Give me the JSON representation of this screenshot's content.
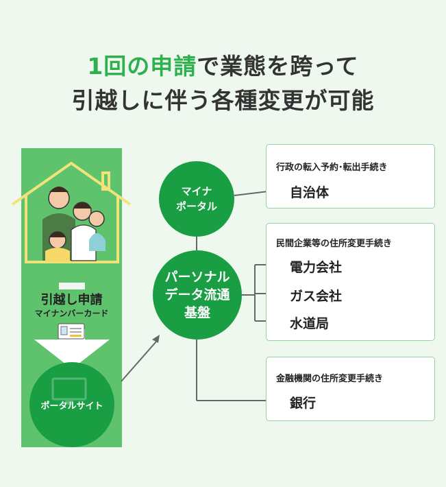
{
  "title": {
    "line1_highlight": "1回の申請",
    "line1_rest": "で業態を跨って",
    "line2": "引越しに伴う各種変更が可能"
  },
  "left": {
    "apply_title": "引越し申請",
    "apply_sub": "マイナンバーカード",
    "portal_site": "ポータルサイト"
  },
  "hub": {
    "mina_line1": "マイナ",
    "mina_line2": "ポータル",
    "pdx_line1": "パーソナル",
    "pdx_line2": "データ流通",
    "pdx_line3": "基盤"
  },
  "boxes": {
    "gov": {
      "heading": "行政の転入予約･転出手続き",
      "items": [
        "自治体"
      ]
    },
    "private": {
      "heading": "民間企業等の住所変更手続き",
      "items": [
        "電力会社",
        "ガス会社",
        "水道局"
      ]
    },
    "finance": {
      "heading": "金融機関の住所変更手続き",
      "items": [
        "銀行"
      ]
    }
  },
  "colors": {
    "accent": "#2eb04f",
    "dark_green": "#1a9e44",
    "panel_green": "#5fc26d",
    "background": "#eef8ee",
    "house_outline": "#f1e27a"
  },
  "icons": [
    "house-icon",
    "family-illustration",
    "card-icon",
    "down-arrow-icon",
    "monitor-icon",
    "arrow-icon"
  ]
}
